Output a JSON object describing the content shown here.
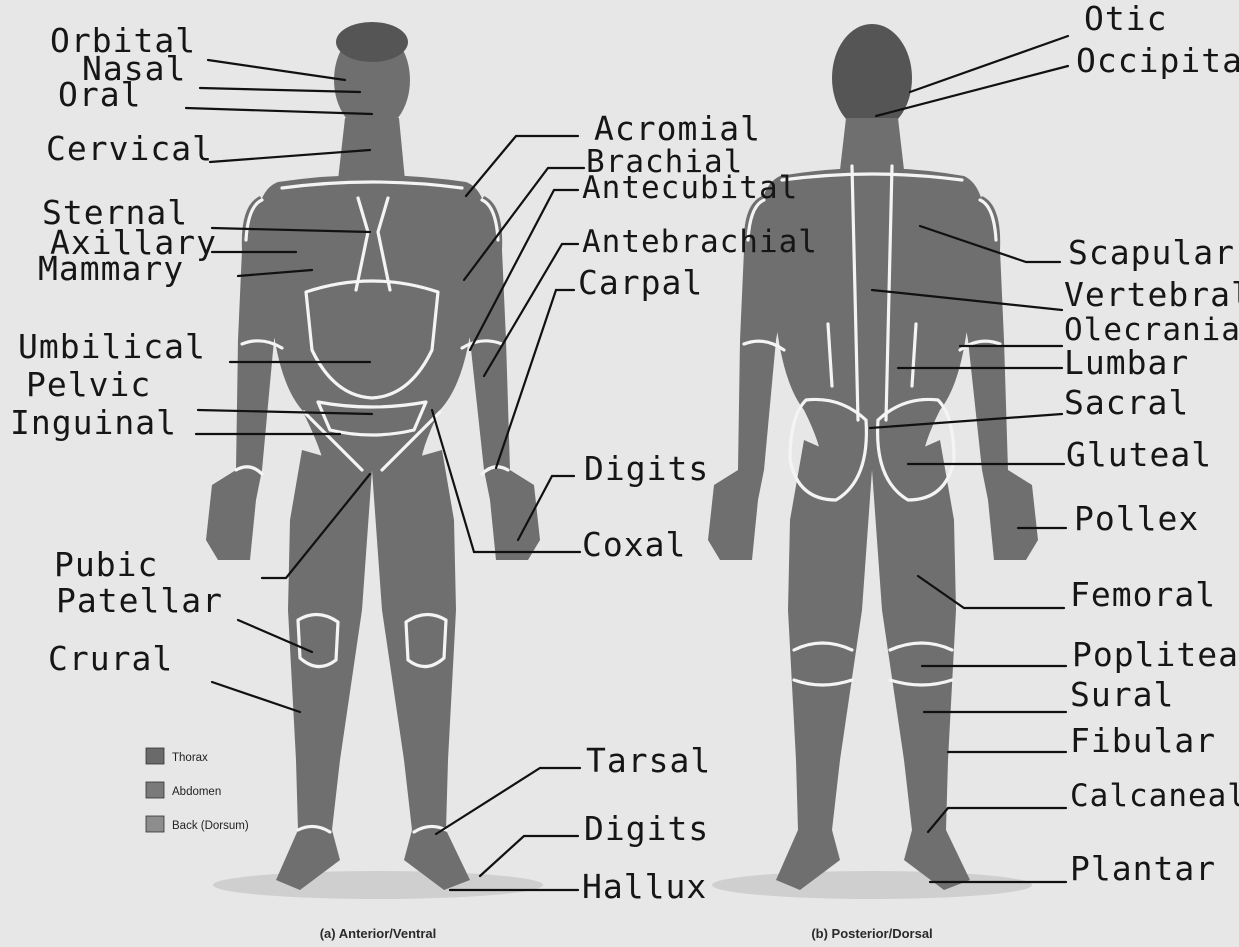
{
  "anterior": {
    "caption": "(a) Anterior/Ventral",
    "left_labels": [
      "Orbital",
      "Nasal",
      "Oral",
      "Cervical",
      "Sternal",
      "Axillary",
      "Mammary",
      "Umbilical",
      "Pelvic",
      "Inguinal",
      "Pubic",
      "Patellar",
      "Crural"
    ],
    "right_labels": [
      "Acromial",
      "Brachial",
      "Antecubital",
      "Antebrachial",
      "Carpal",
      "Digits",
      "Coxal",
      "Tarsal",
      "Digits",
      "Hallux"
    ]
  },
  "posterior": {
    "caption": "(b) Posterior/Dorsal",
    "labels": [
      "Otic",
      "Occipital",
      "Scapular",
      "Vertebral",
      "Olecranial",
      "Lumbar",
      "Sacral",
      "Gluteal",
      "Pollex",
      "Femoral",
      "Popliteal",
      "Sural",
      "Fibular",
      "Calcaneal",
      "Plantar"
    ]
  },
  "legend": [
    {
      "label": "Thorax",
      "color": "#6a6a6a"
    },
    {
      "label": "Abdomen",
      "color": "#7a7a7a"
    },
    {
      "label": "Back (Dorsum)",
      "color": "#8d8d8d"
    }
  ],
  "colors": {
    "body": "#6f6f6f",
    "region_outline": "#f4f4f4",
    "background": "#e7e7e7"
  }
}
